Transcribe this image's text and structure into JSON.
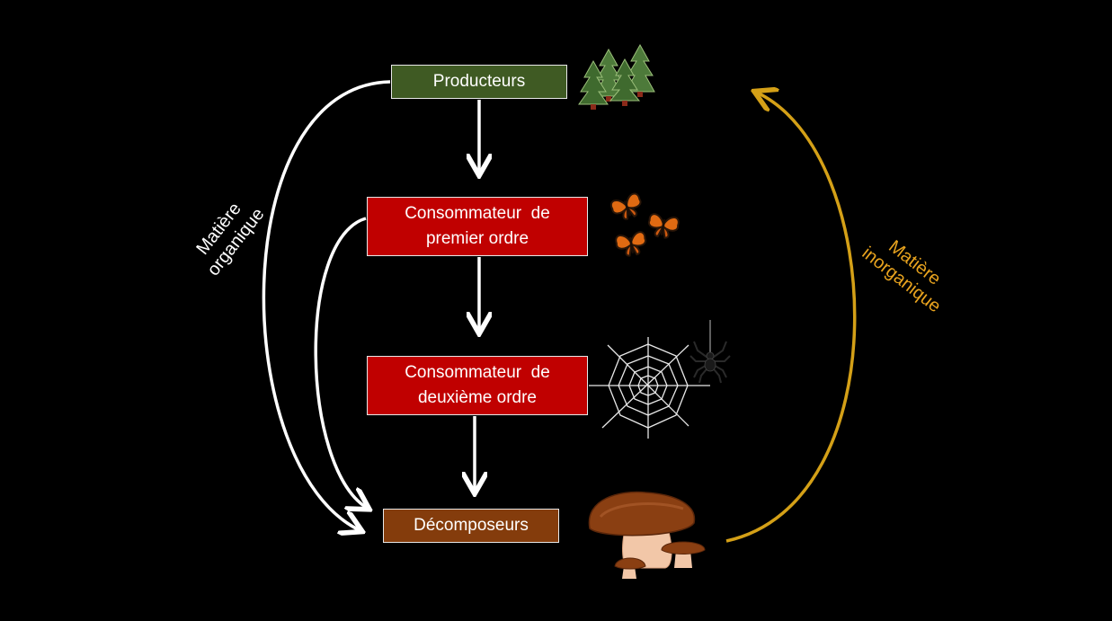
{
  "boxes": {
    "producers": "Producteurs",
    "consumer1": {
      "line1": "Consommateur  de",
      "line2": "premier ordre"
    },
    "consumer2": {
      "line1": "Consommateur  de",
      "line2": "deuxième ordre"
    },
    "decomposers": "Décomposeurs"
  },
  "labels": {
    "organic": {
      "line1": "Matière",
      "line2": "organique"
    },
    "inorganic": {
      "line1": "Matière",
      "line2": "inorganique"
    }
  },
  "icons": [
    "tree-icon",
    "butterfly-icon",
    "spider-web-icon",
    "spider-icon",
    "mushroom-icon"
  ],
  "colors": {
    "producers": "#3f5a23",
    "consumers": "#c00000",
    "decomposers": "#843c0c",
    "organic_arrow": "#ffffff",
    "inorganic_arrow": "#d4a017",
    "background": "#000000"
  }
}
